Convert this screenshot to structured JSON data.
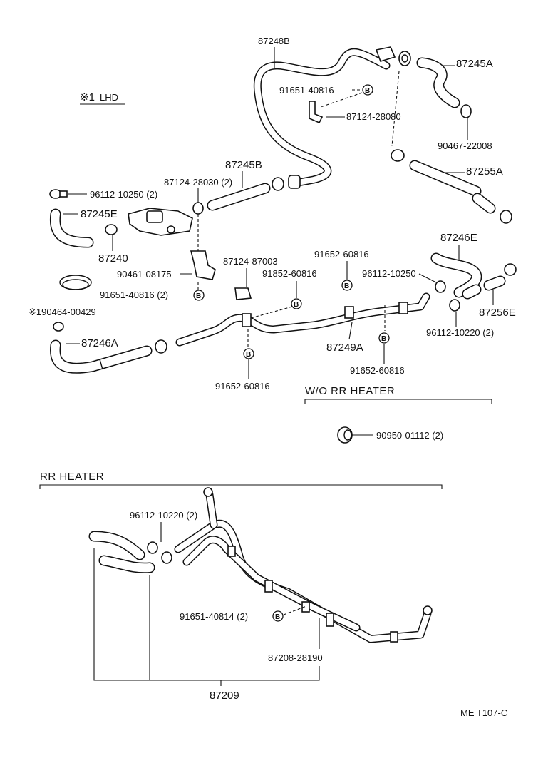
{
  "section_lhd": {
    "mark": "※1",
    "label": "LHD"
  },
  "section_wo_rr": {
    "label": "W/O RR  HEATER"
  },
  "section_rr": {
    "label": "RR  HEATER"
  },
  "badge_letter": "B",
  "part_labels": {
    "p87248B": "87248B",
    "p87245A": "87245A",
    "p91651_40816": "91651-40816",
    "p87124_28080": "87124-28080",
    "p90467_22008": "90467-22008",
    "p87255A": "87255A",
    "p87245B": "87245B",
    "p87124_28030": "87124-28030 (2)",
    "p96112_10250_2": "96112-10250 (2)",
    "p87245E": "87245E",
    "p87240": "87240",
    "p90461_08175": "90461-08175",
    "p91651_40816_2": "91651-40816 (2)",
    "p190464_00429": "※190464-00429",
    "p87246A": "87246A",
    "p87124_87003": "87124-87003",
    "p91852_60816": "91852-60816",
    "p91652_60816_a": "91652-60816",
    "p91652_60816_b": "91652-60816",
    "p91652_60816_c": "91652-60816",
    "p87249A": "87249A",
    "p87246E": "87246E",
    "p96112_10250": "96112-10250",
    "p96112_10220_2": "96112-10220 (2)",
    "p87256E": "87256E",
    "p90950_01112": "90950-01112 (2)",
    "p96112_10220_rr": "96112-10220 (2)",
    "p91651_40814": "91651-40814 (2)",
    "p87208_28190": "87208-28190",
    "p87209": "87209"
  },
  "footer_code": "ME T107-C"
}
